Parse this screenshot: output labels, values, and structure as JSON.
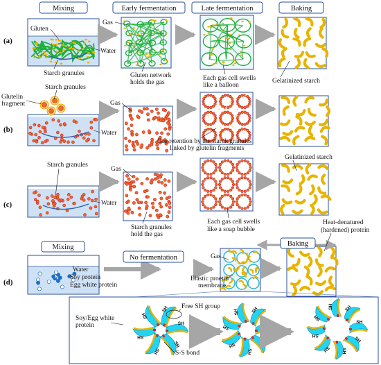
{
  "stages": {
    "mixing": "Mixing",
    "early": "Early fermentation",
    "late": "Late fermentation",
    "baking": "Baking",
    "no_fermentation": "No fermentation"
  },
  "rows": {
    "a": {
      "label": "(a)",
      "gluten": "Gluten",
      "water": "Water",
      "starch": "Starch granules",
      "gas": "Gas",
      "early_line1": "Gluten network",
      "early_line2": "holds the gas",
      "late_line1": "Each gas cell swells",
      "late_line2": "like a balloon",
      "baking": "Gelatinized starch"
    },
    "b": {
      "label": "(b)",
      "glutelin_line1": "Glutelin",
      "glutelin_line2": "fragment",
      "starch": "Starch granules",
      "water": "Water",
      "gas": "Gas",
      "retention_line1": "Gas retention by the starch granules",
      "retention_line2": "linked by glutelin fragments"
    },
    "c": {
      "label": "(c)",
      "starch": "Starch granules",
      "water": "Water",
      "gas": "Gas",
      "early_line1": "Starch granules",
      "early_line2": "hold the gas",
      "late_line1": "Each gas cell swells",
      "late_line2": "like a soap bubble",
      "baking": "Gelatinized starch"
    },
    "d": {
      "label": "(d)",
      "water": "Water",
      "soy": "Soy protein",
      "egg": "Egg white protein",
      "gas": "Gas",
      "membrane_line1": "Elastic proetin",
      "membrane_line2": "membrane",
      "heat_line1": "Heat-denatured",
      "heat_line2": "(hardened) protein"
    }
  },
  "inset": {
    "protein_line1": "Soy/Egg white",
    "protein_line2": "protein",
    "free_sh": "Free SH group",
    "ss_bond": "S-S bond",
    "sh": "SH"
  },
  "colors": {
    "box_border": "#2a4f9a",
    "gluten": "#1fae3c",
    "water_line": "#2f5fb5",
    "starch": "#e8b400",
    "granule_fill": "#f06a2a",
    "granule_stroke": "#c42020",
    "arrow": "#a6a6a6",
    "cyan": "#22d4f2",
    "bond": "#e02020"
  }
}
